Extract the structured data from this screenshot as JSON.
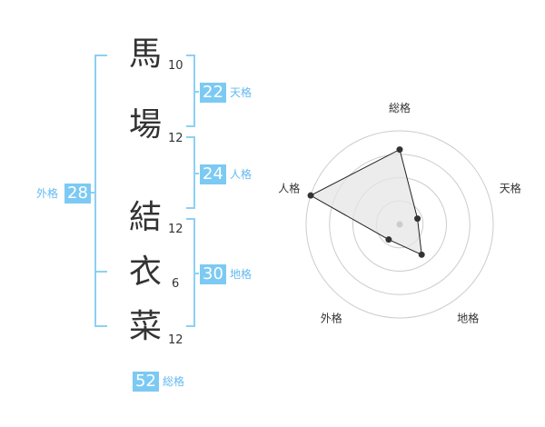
{
  "name": {
    "chars": [
      {
        "char": "馬",
        "strokes": "10"
      },
      {
        "char": "場",
        "strokes": "12"
      },
      {
        "char": "結",
        "strokes": "12"
      },
      {
        "char": "衣",
        "strokes": "6"
      },
      {
        "char": "菜",
        "strokes": "12"
      }
    ]
  },
  "fortune": {
    "tenkaku": {
      "value": "22",
      "label": "天格"
    },
    "jinkaku": {
      "value": "24",
      "label": "人格"
    },
    "chikaku": {
      "value": "30",
      "label": "地格"
    },
    "gaikaku": {
      "value": "28",
      "label": "外格"
    },
    "soukaku": {
      "value": "52",
      "label": "総格"
    }
  },
  "chart_data": {
    "type": "radar",
    "axes": [
      "総格",
      "天格",
      "地格",
      "外格",
      "人格"
    ],
    "values": [
      4,
      1,
      2,
      1,
      5
    ],
    "max": 5,
    "rings": 4,
    "colors": {
      "line": "#222222",
      "fill": "#e6e6e6",
      "ring": "#cccccc"
    }
  }
}
